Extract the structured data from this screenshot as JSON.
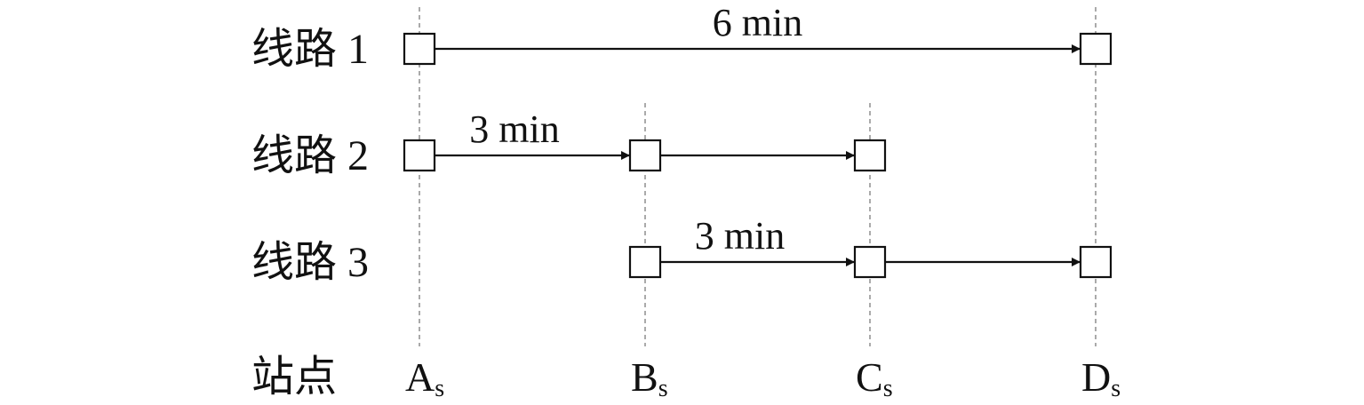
{
  "routes": [
    {
      "label": "线路 1",
      "stops": [
        "As",
        "Ds"
      ],
      "segment_labels": [
        "6 min"
      ]
    },
    {
      "label": "线路 2",
      "stops": [
        "As",
        "Bs",
        "Cs"
      ],
      "segment_labels": [
        "3 min",
        ""
      ]
    },
    {
      "label": "线路 3",
      "stops": [
        "Bs",
        "Cs",
        "Ds"
      ],
      "segment_labels": [
        "3 min",
        ""
      ]
    }
  ],
  "stations_label": "站点",
  "stations": [
    {
      "id": "As",
      "letter": "A",
      "sub": "s"
    },
    {
      "id": "Bs",
      "letter": "B",
      "sub": "s"
    },
    {
      "id": "Cs",
      "letter": "C",
      "sub": "s"
    },
    {
      "id": "Ds",
      "letter": "D",
      "sub": "s"
    }
  ],
  "colors": {
    "ink": "#111111",
    "guide": "#555555",
    "node_fill": "#ffffff"
  }
}
